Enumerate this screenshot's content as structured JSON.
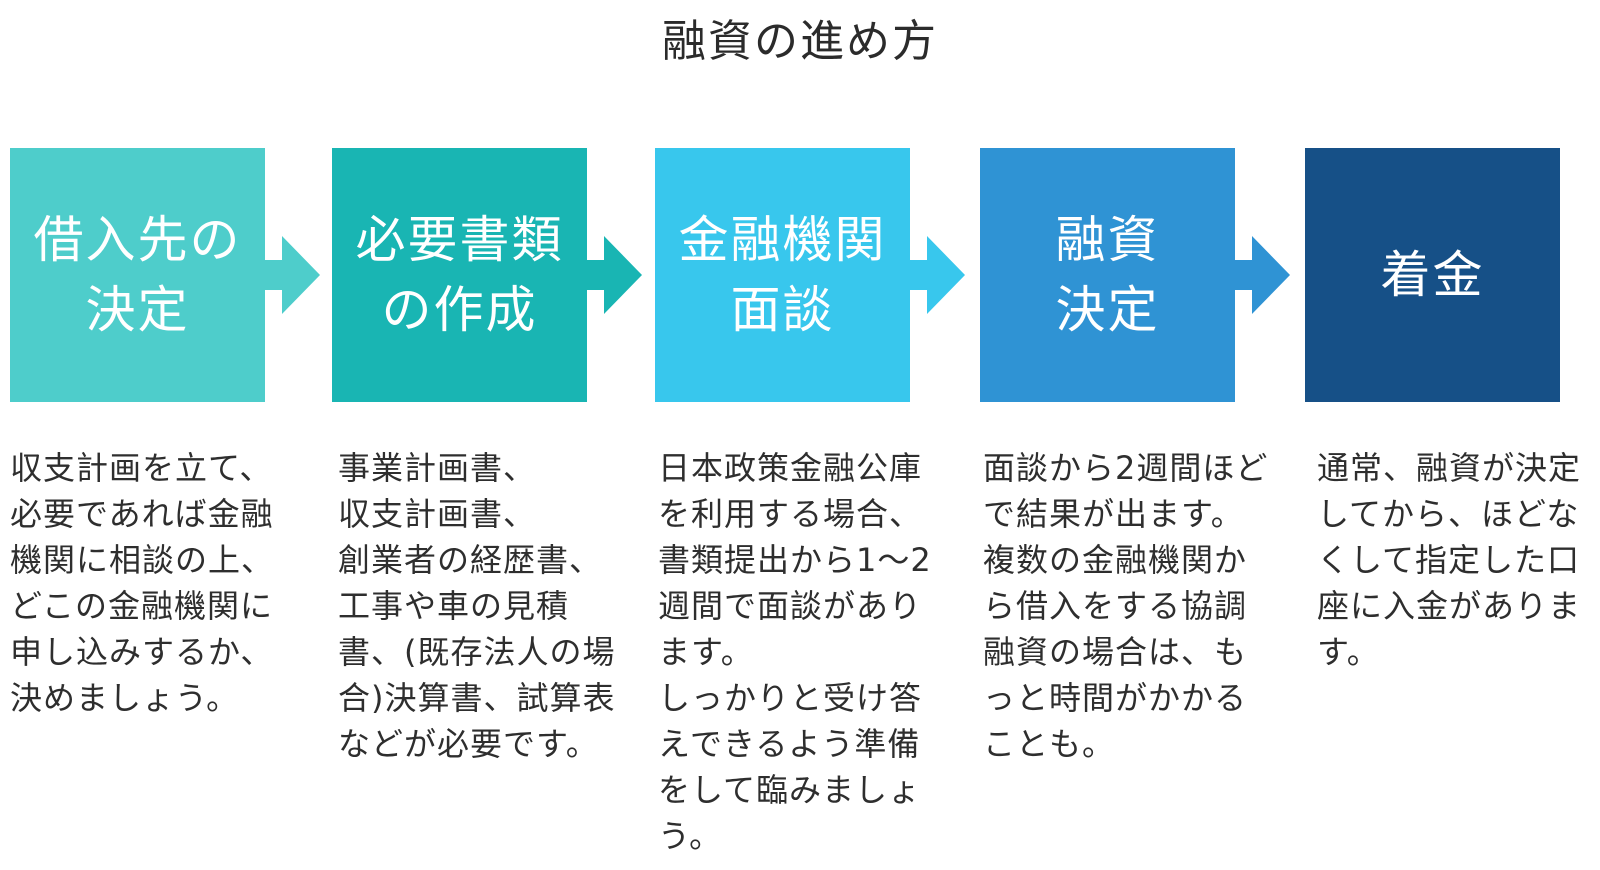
{
  "title": "融資の進め方",
  "steps": [
    {
      "label": "借入先の\n決定",
      "color": "#4ECDCB",
      "description": "収支計画を立て、\n必要であれば金融\n機関に相談の上、\nどこの金融機関に\n申し込みするか、\n決めましょう。"
    },
    {
      "label": "必要書類\nの作成",
      "color": "#19B5B3",
      "description": "事業計画書、\n収支計画書、\n創業者の経歴書、\n工事や車の見積\n書、(既存法人の場\n合)決算書、試算表\nなどが必要です。"
    },
    {
      "label": "金融機関\n面談",
      "color": "#38C7ED",
      "description": "日本政策金融公庫\nを利用する場合、\n書類提出から1〜2\n週間で面談があり\nます。\nしっかりと受け答\nえできるよう準備\nをして臨みましょ\nう。"
    },
    {
      "label": "融資\n決定",
      "color": "#2F93D4",
      "description": "面談から2週間ほど\nで結果が出ます。\n複数の金融機関か\nら借入をする協調\n融資の場合は、も\nっと時間がかかる\nことも。"
    },
    {
      "label": "着金",
      "color": "#165087",
      "description": "通常、融資が決定\nしてから、ほどな\nくして指定した口\n座に入金がありま\nす。"
    }
  ],
  "arrows": [
    {
      "color": "#4ECDCB"
    },
    {
      "color": "#19B5B3"
    },
    {
      "color": "#38C7ED"
    },
    {
      "color": "#2F93D4"
    }
  ]
}
